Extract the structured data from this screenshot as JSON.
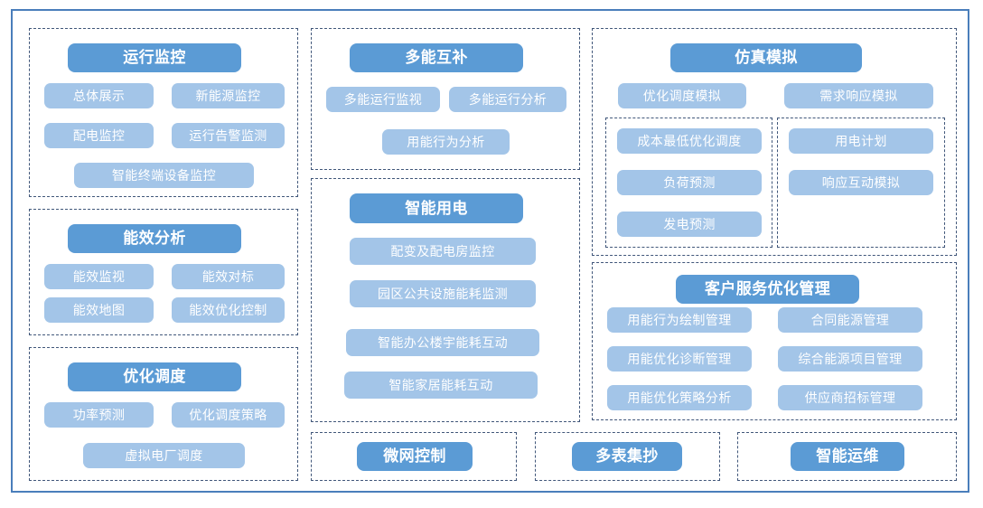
{
  "theme": {
    "header_pill_color": "#5B9BD5",
    "child_pill_color": "#A3C5E8",
    "frame_border_color": "#4A7EBB",
    "dashed_border_color": "#41577A",
    "page_background": "#FFFFFF",
    "pill_text_color": "#FFFFFF"
  },
  "diagram": {
    "type": "functional-architecture-map",
    "columns": [
      {
        "name": "left-column",
        "groups": [
          {
            "id": "operation-monitoring",
            "header": "运行监控",
            "items": [
              "总体展示",
              "新能源监控",
              "配电监控",
              "运行告警监测",
              "智能终端设备监控"
            ]
          },
          {
            "id": "energy-efficiency-analysis",
            "header": "能效分析",
            "items": [
              "能效监视",
              "能效对标",
              "能效地图",
              "能效优化控制"
            ]
          },
          {
            "id": "optimized-dispatch",
            "header": "优化调度",
            "items": [
              "功率预测",
              "优化调度策略",
              "虚拟电厂调度"
            ]
          }
        ]
      },
      {
        "name": "middle-column",
        "groups": [
          {
            "id": "multi-energy-complementarity",
            "header": "多能互补",
            "items": [
              "多能运行监视",
              "多能运行分析",
              "用能行为分析"
            ]
          },
          {
            "id": "smart-electricity-use",
            "header": "智能用电",
            "items": [
              "配变及配电房监控",
              "园区公共设施能耗监测",
              "智能办公楼宇能耗互动",
              "智能家居能耗互动"
            ]
          }
        ]
      },
      {
        "name": "right-column",
        "groups": [
          {
            "id": "simulation",
            "header": "仿真模拟",
            "items": [
              "优化调度模拟",
              "需求响应模拟"
            ],
            "subgroups": [
              {
                "id": "simulation-dispatch-subgroup",
                "items": [
                  "成本最低优化调度",
                  "负荷预测",
                  "发电预测"
                ]
              },
              {
                "id": "simulation-demand-subgroup",
                "items": [
                  "用电计划",
                  "响应互动模拟"
                ]
              }
            ]
          },
          {
            "id": "customer-service-optimization",
            "header": "客户服务优化管理",
            "items": [
              "用能行为绘制管理",
              "合同能源管理",
              "用能优化诊断管理",
              "综合能源项目管理",
              "用能优化策略分析",
              "供应商招标管理"
            ]
          }
        ]
      }
    ],
    "bottom_row": [
      {
        "id": "microgrid-control",
        "header": "微网控制"
      },
      {
        "id": "multi-meter-reading",
        "header": "多表集抄"
      },
      {
        "id": "smart-operation-maintenance",
        "header": "智能运维"
      }
    ]
  }
}
